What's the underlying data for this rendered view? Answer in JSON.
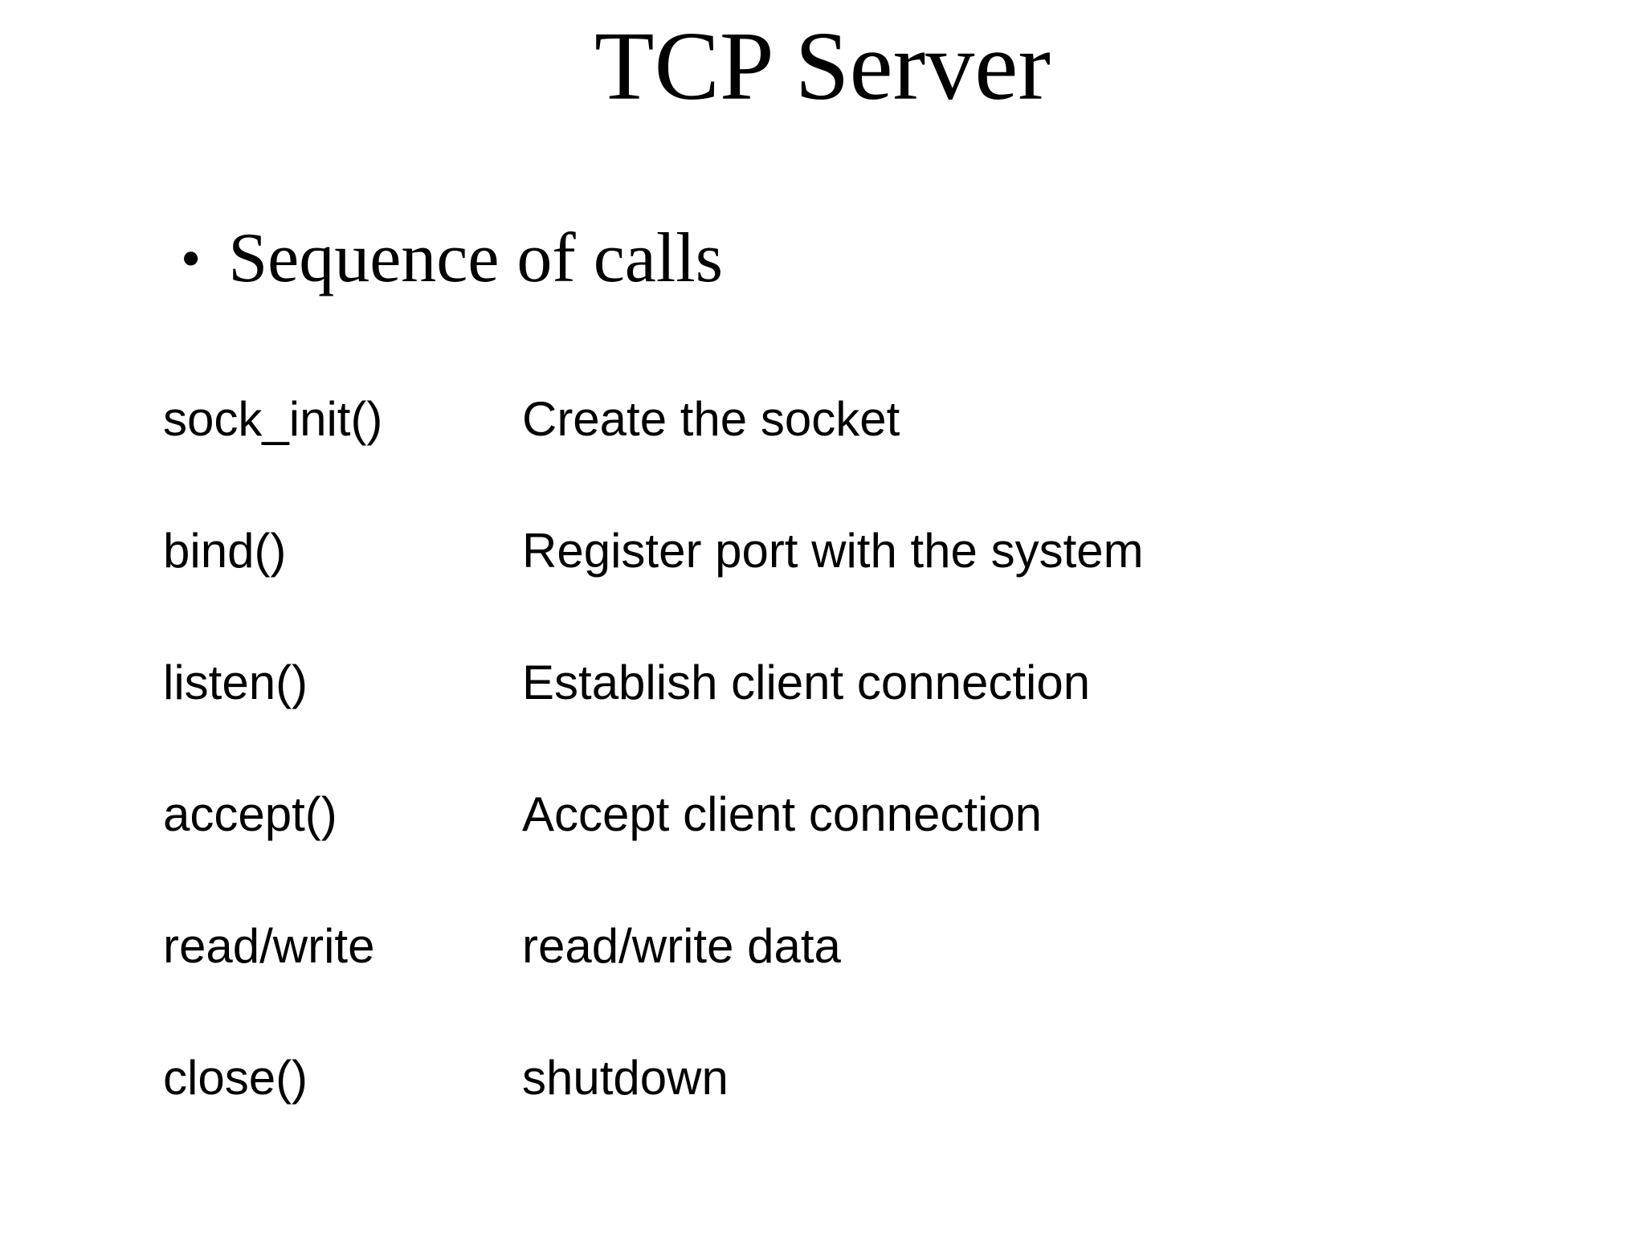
{
  "slide": {
    "title": "TCP Server",
    "bullet": {
      "marker": "•",
      "text": "Sequence of calls"
    },
    "calls": [
      {
        "call": "sock_init()",
        "description": "Create the socket"
      },
      {
        "call": "bind()",
        "description": "Register port with the system"
      },
      {
        "call": "listen()",
        "description": "Establish client connection"
      },
      {
        "call": "accept()",
        "description": "Accept client connection"
      },
      {
        "call": "read/write",
        "description": "read/write data"
      },
      {
        "call": "close()",
        "description": "shutdown"
      }
    ],
    "colors": {
      "background": "#ffffff",
      "text": "#000000"
    }
  }
}
